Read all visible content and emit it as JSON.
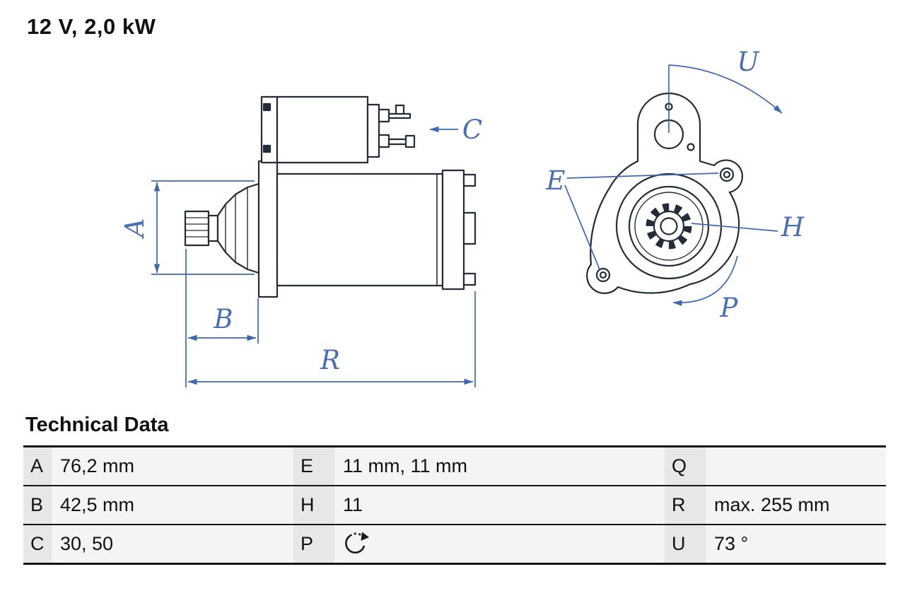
{
  "title": "12 V, 2,0 kW",
  "drawing": {
    "dim_labels": {
      "A": "A",
      "B": "B",
      "C": "C",
      "E": "E",
      "H": "H",
      "P": "P",
      "R": "R",
      "U": "U"
    },
    "colors": {
      "outline_dark": "#242c38",
      "dimension_blue": "#3f68ac",
      "label_blue": "#4a6fb0"
    },
    "icons": {
      "rotation_direction": "rotation-cw"
    }
  },
  "table": {
    "heading": "Technical Data",
    "rows": [
      {
        "cells": [
          {
            "key": "A",
            "value": "76,2 mm"
          },
          {
            "key": "E",
            "value": "11 mm, 11 mm"
          },
          {
            "key": "Q",
            "value": ""
          }
        ]
      },
      {
        "cells": [
          {
            "key": "B",
            "value": "42,5 mm"
          },
          {
            "key": "H",
            "value": "11"
          },
          {
            "key": "R",
            "value": "max. 255 mm"
          }
        ]
      },
      {
        "cells": [
          {
            "key": "C",
            "value": "30, 50"
          },
          {
            "key": "P",
            "value": ""
          },
          {
            "key": "U",
            "value": "73 °"
          }
        ]
      }
    ]
  }
}
